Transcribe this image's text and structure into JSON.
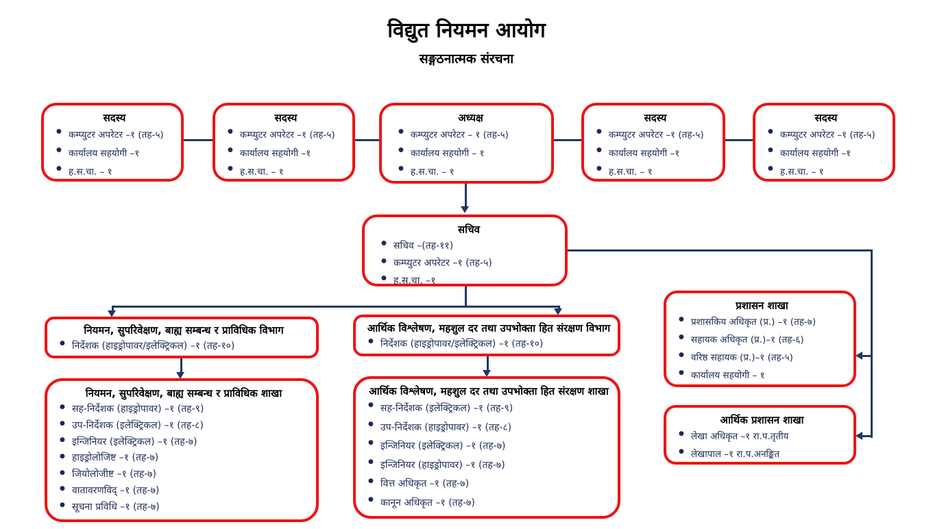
{
  "page": {
    "title": "विद्युत नियमन आयोग",
    "subtitle": "सङ्गठनात्मक संरचना"
  },
  "colors": {
    "box_border": "#ee1413",
    "connector": "#1f3864",
    "item_text": "#1b2a55",
    "heading_text": "#000000",
    "background": "#ffffff"
  },
  "top_row": [
    {
      "title": "सदस्य",
      "items": [
        "कम्प्युटर अपरेटर –१ (तह-५)",
        "कार्यालय सहयोगी –१",
        "ह.स.चा. – १"
      ]
    },
    {
      "title": "सदस्य",
      "items": [
        "कम्प्युटर अपरेटर –१ (तह-५)",
        "कार्यालय सहयोगी –१",
        "ह.स.चा. – १"
      ]
    },
    {
      "title": "अध्यक्ष",
      "items": [
        "कम्प्युटर अपरेटर – १ (तह-५)",
        "कार्यालय सहयोगी – १",
        "ह.स.चा. – १"
      ]
    },
    {
      "title": "सदस्य",
      "items": [
        "कम्प्युटर अपरेटर –१ (तह-५)",
        "कार्यालय सहयोगी –१",
        "ह.स.चा. – १"
      ]
    },
    {
      "title": "सदस्य",
      "items": [
        "कम्प्युटर अपरेटर –१ (तह-५)",
        "कार्यालय सहयोगी –१",
        "ह.स.चा. – १"
      ]
    }
  ],
  "secretary": {
    "title": "सचिव",
    "items": [
      "सचिव –(तह-११)",
      "कम्प्युटर अपरेटर –१ (तह-५)",
      "ह.स.चा. –१"
    ]
  },
  "departments": [
    {
      "title": "नियमन, सुपरिवेक्षण, बाह्य सम्बन्ध र प्राविधिक विभाग",
      "items": [
        "निर्देशक (हाइड्रोपावर/इलेक्ट्रिकल) –१ (तह-१०)"
      ]
    },
    {
      "title": "आर्थिक विश्लेषण, महशुल दर तथा उपभोक्ता हित संरक्षण विभाग",
      "items": [
        "निर्देशक (हाइड्रोपावर/इलेक्ट्रिकल) –१ (तह-१०)"
      ]
    }
  ],
  "branches": [
    {
      "title": "नियमन, सुपरिवेक्षण, बाह्य सम्बन्ध र प्राविधिक शाखा",
      "items": [
        "सह-निर्देशक (हाइड्रोपावर) –१ (तह-९)",
        "उप-निर्देशक (इलेक्ट्रिकल) –१ (तह-८)",
        "इन्जिनियर (इलेक्ट्रिकल) –१ (तह-७)",
        "हाइड्रोलोजिष्ट –१ (तह-७)",
        "जियोलोजीष्ट –१ (तह-७)",
        "वातावरणविद् –१ (तह-७)",
        "सूचना प्रविधि –१ (तह-७)"
      ]
    },
    {
      "title": "आर्थिक विश्लेषण, महशुल दर तथा उपभोक्ता हित संरक्षण शाखा",
      "items": [
        "सह-निर्देशक (इलेक्ट्रिकल) –१ (तह-९)",
        "उप-निर्देशक (हाइड्रोपावर) –१ (तह-८)",
        "इन्जिनियर (इलेक्ट्रिकल) –१ (तह-७)",
        "इन्जिनियर (हाइड्रोपावर) –१ (तह-७)",
        "वित्त अधिकृत –१ (तह-७)",
        "कानून अधिकृत –१ (तह-७)"
      ]
    }
  ],
  "side_branches": [
    {
      "title": "प्रशासन शाखा",
      "items": [
        "प्रशासकिय अधिकृत (प्र.) –१ (तह-७)",
        "सहायक अधिकृत (प्र.)–१ (तह-६)",
        "वरिष्ठ सहायक (प्र.)–१ (तह-५)",
        "कार्यालय सहयोगी – १"
      ]
    },
    {
      "title": "आर्थिक प्रशासन शाखा",
      "items": [
        "लेखा अधिकृत –१ रा.प.तृतीय",
        "लेखापाल –१ रा.प.अनङ्कित"
      ]
    }
  ]
}
